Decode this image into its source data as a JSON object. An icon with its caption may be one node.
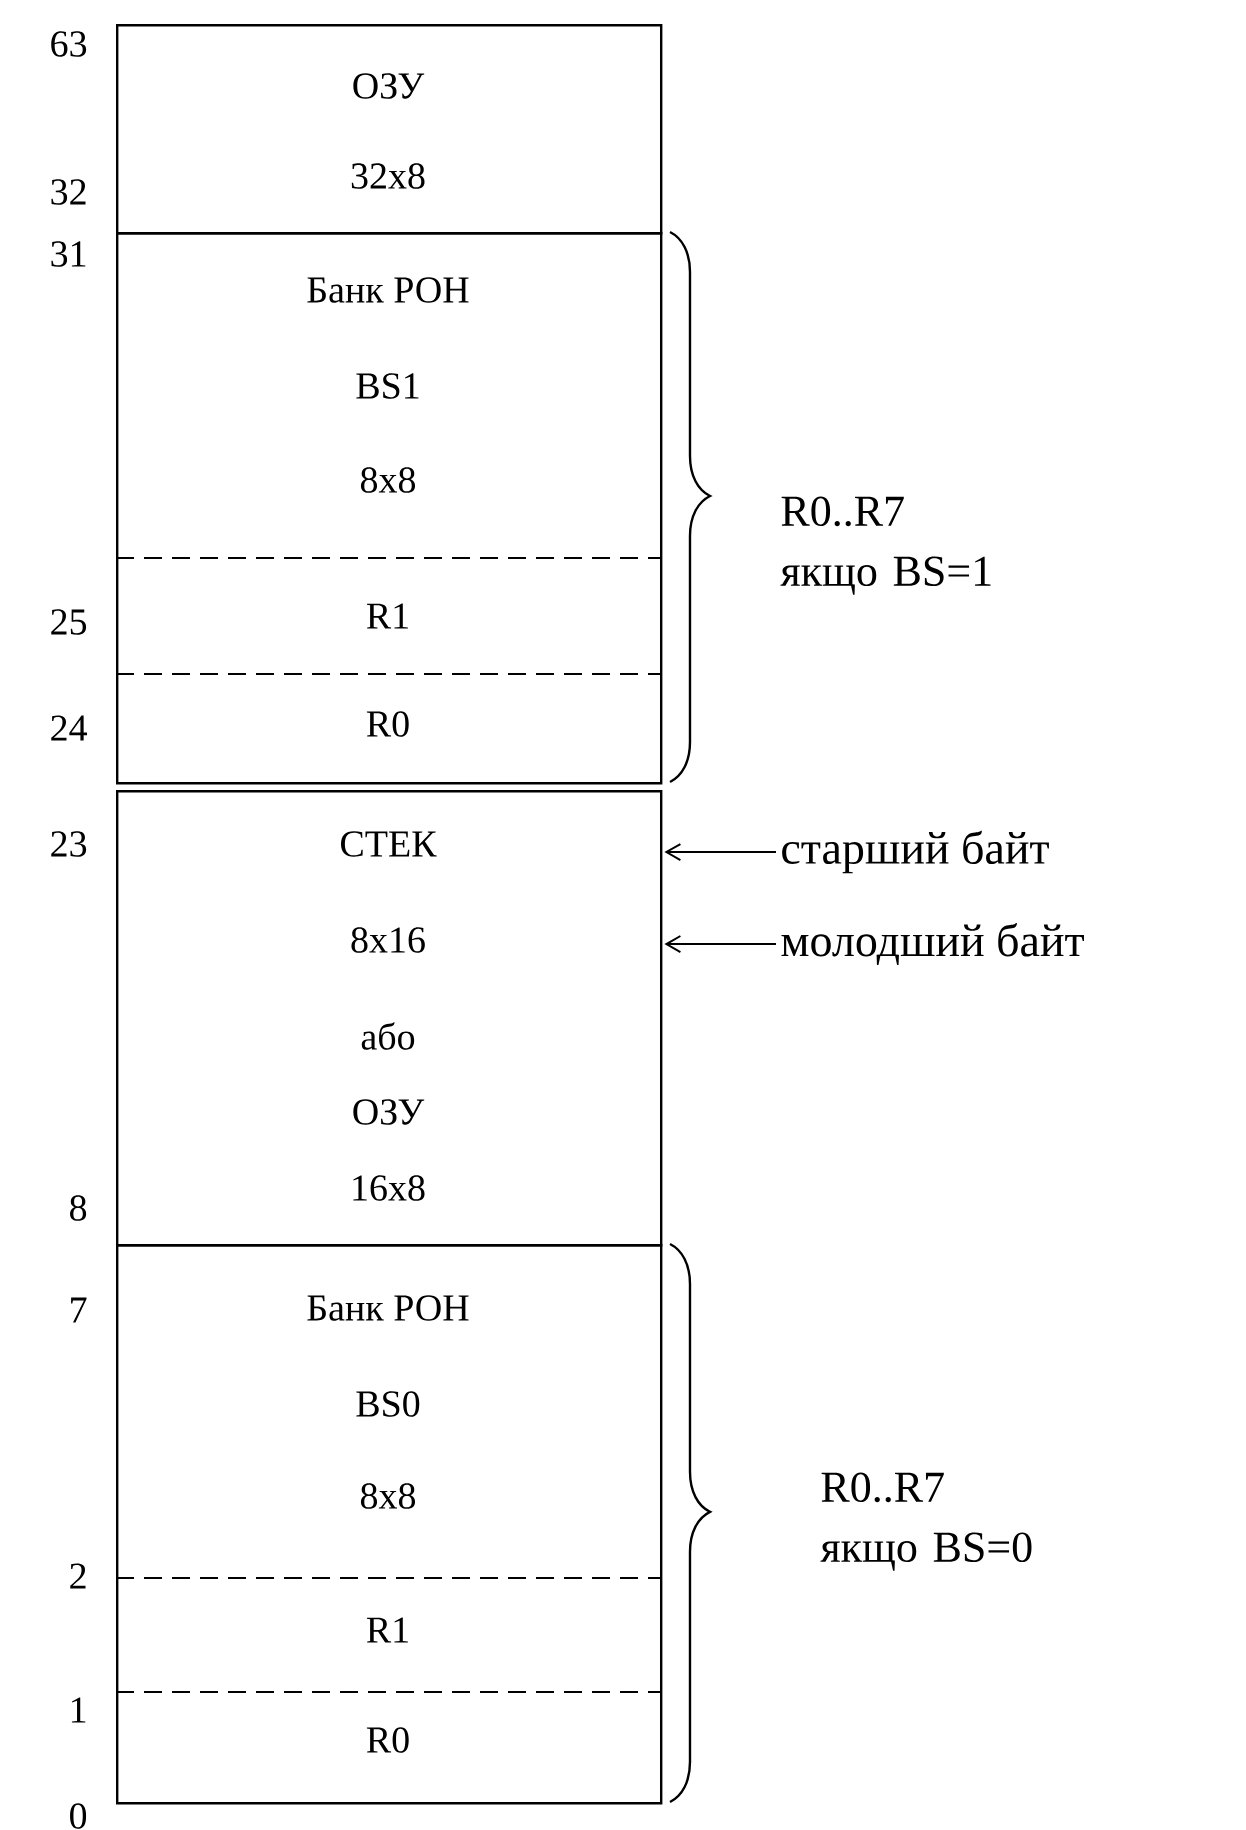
{
  "diagram": {
    "nodes": [
      {
        "text": [
          "ОЗУ",
          "32x8"
        ]
      },
      {
        "text": [
          "Банк РОН",
          "BS1",
          "8x8"
        ]
      },
      {
        "text": [
          "R1"
        ],
        "in": 1
      },
      {
        "text": [
          "R0"
        ],
        "in": 1
      },
      {
        "text": [
          "СТЕК",
          "8x16",
          "або",
          "ОЗУ",
          "16x8"
        ]
      },
      {
        "text": [
          "Банк РОН",
          "BS0",
          "8x8"
        ]
      },
      {
        "text": [
          "R1"
        ],
        "in": 5
      },
      {
        "text": [
          "R0"
        ],
        "in": 5
      },
      {
        "text": [
          "старший байт"
        ]
      },
      {
        "text": [
          "молодший байт"
        ]
      }
    ],
    "edges": [
      {
        "from": 8,
        "to": 4,
        "arrow": "to"
      },
      {
        "from": 9,
        "to": 4,
        "arrow": "to"
      }
    ],
    "labels": [
      "63",
      "32",
      "31",
      "25",
      "24",
      "23",
      "8",
      "7",
      "2",
      "1",
      "0",
      "R0..R7 якщо BS=1",
      "R0..R7 якщо BS=0"
    ]
  }
}
